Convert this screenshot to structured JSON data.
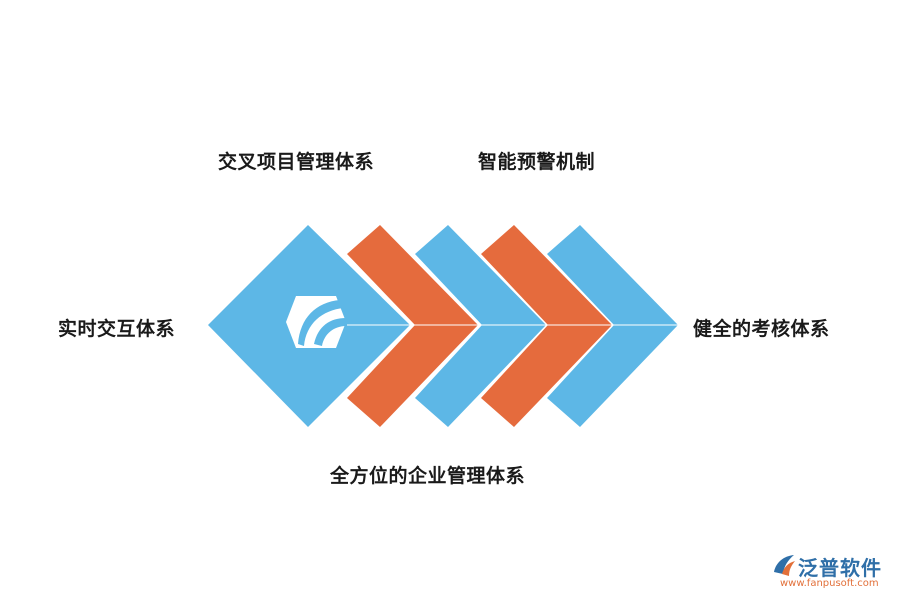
{
  "labels": {
    "top_left": "交叉项目管理体系",
    "top_right": "智能预警机制",
    "left": "实时交互体系",
    "right": "健全的考核体系",
    "bottom": "全方位的企业管理体系"
  },
  "colors": {
    "blue": "#5db7e6",
    "orange": "#e56b3d",
    "white": "#ffffff"
  },
  "icons": {
    "center": "leaf-hexagon-logo-icon",
    "brand": "fanpu-logo-icon"
  },
  "brand": {
    "name": "泛普软件",
    "url": "www.fanpusoft.com"
  }
}
